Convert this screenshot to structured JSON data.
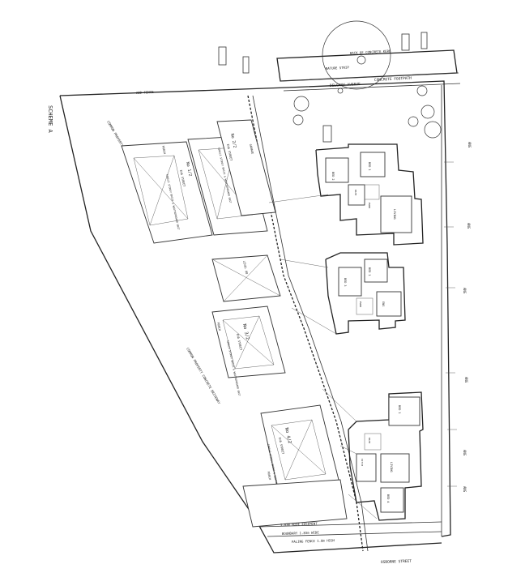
{
  "drawing": {
    "scheme_label": "SCHEME A",
    "street_labels": {
      "concrete_footpath": "CONCRETE FOOTPATH",
      "nature_strip": "NATURE STRIP",
      "back_of_concrete_kerb": "BACK OF CONCRETE KERB",
      "road_name": "DELGANY AVENUE"
    },
    "boundary_labels": {
      "rear_fence": "ABD FENCE",
      "common_driveway_top": "COMMON PROPERTY CONCRETE DRIVEWAY",
      "common_driveway_mid": "COMMON PROPERTY CONCRETE DRIVEWAY",
      "easement_1": "1.83m WIDE EASEMENT",
      "easement_2": "BOUNDARY 1.83m WIDE",
      "paling_fence": "PALING FENCE 1.8m HIGH",
      "bottom_road": "OSBORNE STREET"
    },
    "units": [
      {
        "name": "No 1/2",
        "street": "EVA STREET",
        "desc": "SINGLE STOREY BRICK & WEATHERBOARD UNIT"
      },
      {
        "name": "No 2/2",
        "street": "EVA STREET",
        "desc": "SINGLE STOREY BRICK & WEATHERBOARD UNIT"
      },
      {
        "name": "No 3/2",
        "street": "EVA STREET",
        "desc": "SINGLE STOREY BRICK & WEATHERBOARD UNIT"
      },
      {
        "name": "No 4/2",
        "street": "EVA STREET",
        "desc": "SINGLE STOREY BRICK & WEATHERBOARD UNIT"
      }
    ],
    "rooms": [
      "BED 1",
      "BED 2",
      "BED 3",
      "BED 4",
      "PWDR",
      "BATH",
      "ENS",
      "KITCH",
      "MEALS",
      "LIVING"
    ],
    "misc_labels": {
      "garage": "GARAGE",
      "porch": "PORCH",
      "level": "LEVEL 88",
      "carport": "CARPORT"
    },
    "colors": {
      "ink": "#222222",
      "paper": "#ffffff"
    }
  }
}
